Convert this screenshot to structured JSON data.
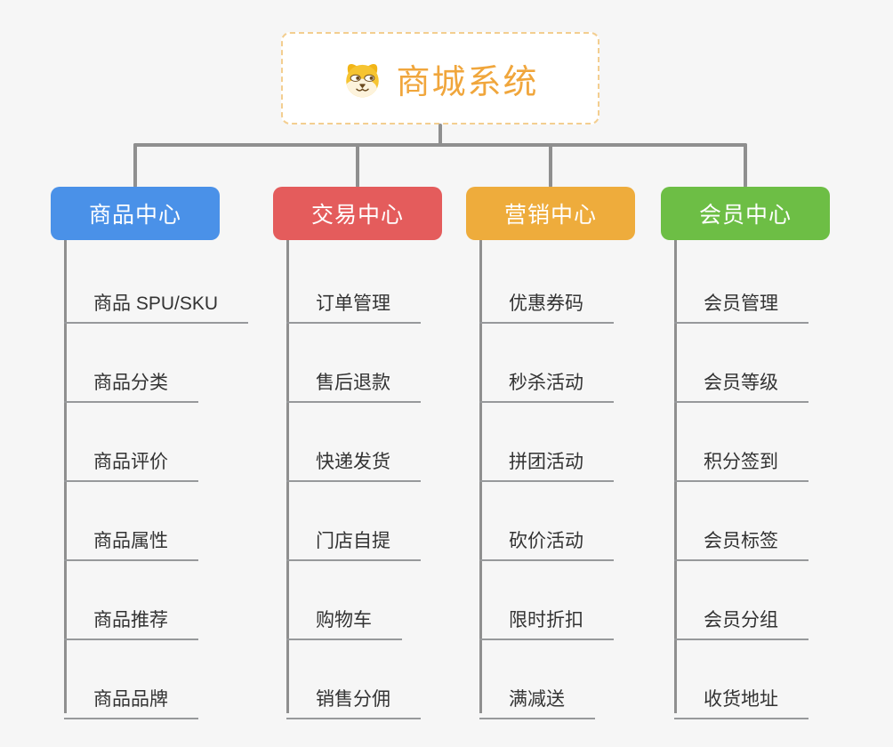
{
  "root": {
    "title": "商城系统",
    "icon": "doge-icon"
  },
  "branches": [
    {
      "label": "商品中心",
      "color": "#4a91e8",
      "children": [
        "商品 SPU/SKU",
        "商品分类",
        "商品评价",
        "商品属性",
        "商品推荐",
        "商品品牌"
      ]
    },
    {
      "label": "交易中心",
      "color": "#e45c5c",
      "children": [
        "订单管理",
        "售后退款",
        "快递发货",
        "门店自提",
        "购物车",
        "销售分佣"
      ]
    },
    {
      "label": "营销中心",
      "color": "#eeac3c",
      "children": [
        "优惠券码",
        "秒杀活动",
        "拼团活动",
        "砍价活动",
        "限时折扣",
        "满减送"
      ]
    },
    {
      "label": "会员中心",
      "color": "#6dbe45",
      "children": [
        "会员管理",
        "会员等级",
        "积分签到",
        "会员标签",
        "会员分组",
        "收货地址"
      ]
    }
  ],
  "colors": {
    "bg": "#f6f6f6",
    "root_border": "#f3ce90",
    "root_title": "#f0a63c",
    "connector": "#8f8f8f",
    "underline": "#97999b",
    "leaf_text": "#333333"
  }
}
